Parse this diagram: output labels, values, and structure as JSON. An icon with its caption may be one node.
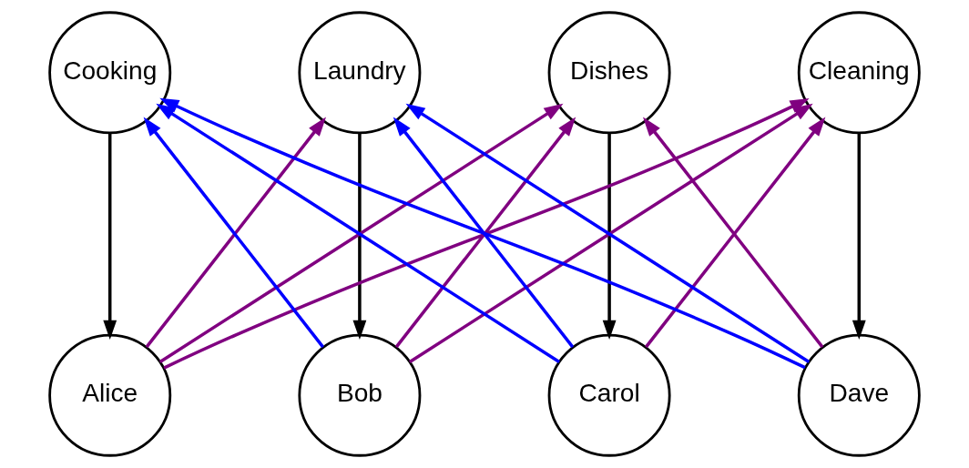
{
  "diagram": {
    "nodes": [
      {
        "text": [
          "Cooking"
        ]
      },
      {
        "text": [
          "Laundry"
        ]
      },
      {
        "text": [
          "Dishes"
        ]
      },
      {
        "text": [
          "Cleaning"
        ]
      },
      {
        "text": [
          "Alice"
        ]
      },
      {
        "text": [
          "Bob"
        ]
      },
      {
        "text": [
          "Carol"
        ]
      },
      {
        "text": [
          "Dave"
        ]
      }
    ],
    "edges": [
      {
        "from": 0,
        "to": 4,
        "arrow": "to",
        "color": "#000000"
      },
      {
        "from": 1,
        "to": 5,
        "arrow": "to",
        "color": "#000000"
      },
      {
        "from": 2,
        "to": 6,
        "arrow": "to",
        "color": "#000000"
      },
      {
        "from": 3,
        "to": 7,
        "arrow": "to",
        "color": "#000000"
      },
      {
        "from": 5,
        "to": 0,
        "arrow": "to",
        "color": "#0000ff"
      },
      {
        "from": 6,
        "to": 0,
        "arrow": "to",
        "color": "#0000ff"
      },
      {
        "from": 7,
        "to": 0,
        "arrow": "to",
        "color": "#0000ff"
      },
      {
        "from": 6,
        "to": 1,
        "arrow": "to",
        "color": "#0000ff"
      },
      {
        "from": 7,
        "to": 1,
        "arrow": "to",
        "color": "#0000ff"
      },
      {
        "from": 4,
        "to": 1,
        "arrow": "to"
      },
      {
        "from": 4,
        "to": 2,
        "arrow": "to"
      },
      {
        "from": 4,
        "to": 3,
        "arrow": "to"
      },
      {
        "from": 5,
        "to": 2,
        "arrow": "to"
      },
      {
        "from": 5,
        "to": 3,
        "arrow": "to"
      },
      {
        "from": 6,
        "to": 3,
        "arrow": "to"
      },
      {
        "from": 7,
        "to": 2,
        "arrow": "to"
      }
    ]
  }
}
